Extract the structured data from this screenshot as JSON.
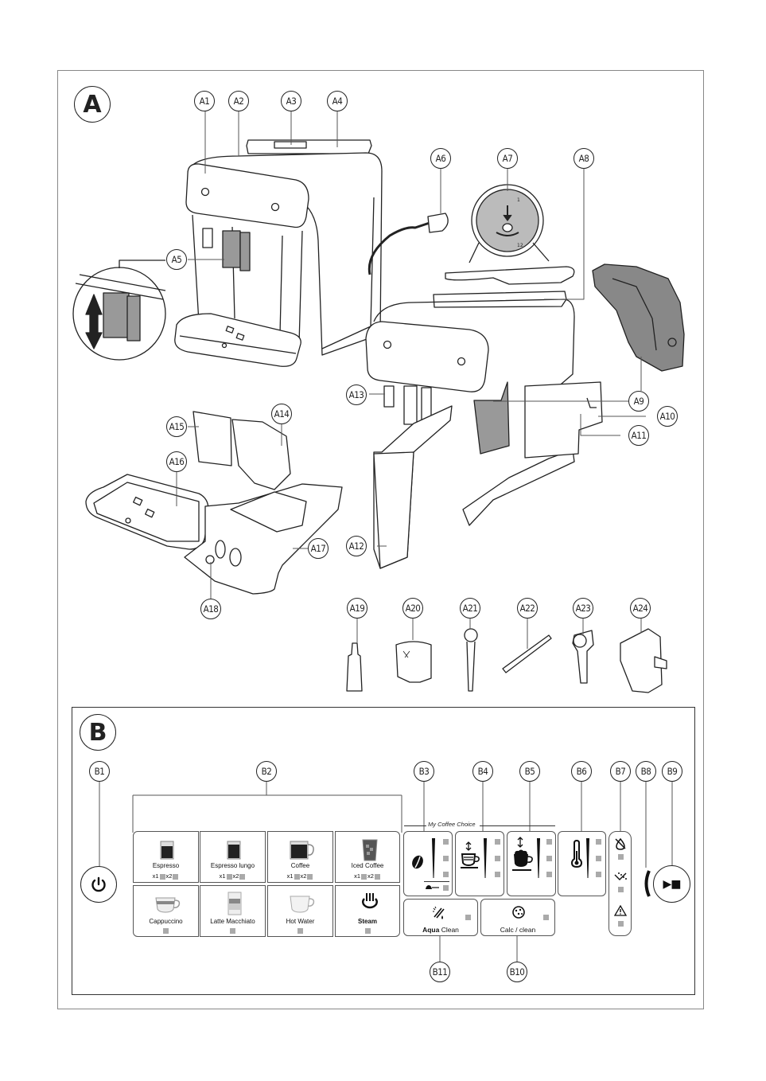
{
  "section_a": {
    "label": "A",
    "callouts": [
      "A1",
      "A2",
      "A3",
      "A4",
      "A5",
      "A6",
      "A7",
      "A8",
      "A9",
      "A10",
      "A11",
      "A12",
      "A13",
      "A14",
      "A15",
      "A16",
      "A17",
      "A18",
      "A19",
      "A20",
      "A21",
      "A22",
      "A23",
      "A24"
    ],
    "bean_dial": {
      "min_label": "1",
      "max_label": "12"
    }
  },
  "section_b": {
    "label": "B",
    "callouts": [
      "B1",
      "B2",
      "B3",
      "B4",
      "B5",
      "B6",
      "B7",
      "B8",
      "B9",
      "B10",
      "B11"
    ],
    "my_coffee_choice_label": "My Coffee Choice",
    "drinks": [
      {
        "name": "Espresso",
        "options": [
          "x1",
          "x2"
        ],
        "icon": "espresso-glass-icon"
      },
      {
        "name": "Espresso lungo",
        "options": [
          "x1",
          "x2"
        ],
        "icon": "espresso-lungo-glass-icon"
      },
      {
        "name": "Coffee",
        "options": [
          "x1",
          "x2"
        ],
        "icon": "coffee-mug-icon"
      },
      {
        "name": "Iced Coffee",
        "options": [
          "x1",
          "x2"
        ],
        "icon": "iced-coffee-glass-icon"
      },
      {
        "name": "Cappuccino",
        "options": [],
        "icon": "cappuccino-cup-icon"
      },
      {
        "name": "Latte Macchiato",
        "options": [],
        "icon": "latte-glass-icon"
      },
      {
        "name": "Hot Water",
        "options": [],
        "icon": "hot-water-cup-icon"
      },
      {
        "name": "Steam",
        "options": [],
        "icon": "steam-icon"
      }
    ],
    "settings": [
      {
        "id": "B3",
        "icon": "coffee-bean-icon",
        "levels": 3,
        "extra": "ground-coffee-icon"
      },
      {
        "id": "B4",
        "icon": "coffee-length-cup-icon",
        "levels": 3
      },
      {
        "id": "B5",
        "icon": "milk-length-cup-icon",
        "levels": 3
      },
      {
        "id": "B6",
        "icon": "thermometer-icon",
        "levels": 3
      }
    ],
    "maintenance": [
      {
        "label_bold": "Aqua",
        "label_rest": " Clean",
        "icon": "aquaclean-filter-icon"
      },
      {
        "label_bold": "",
        "label_rest": "Calc / clean",
        "icon": "calc-clean-icon"
      }
    ],
    "warnings": [
      "no-water-icon",
      "grounds-container-icon",
      "warning-triangle-icon"
    ],
    "start_stop": {
      "symbol": "▶■"
    }
  }
}
